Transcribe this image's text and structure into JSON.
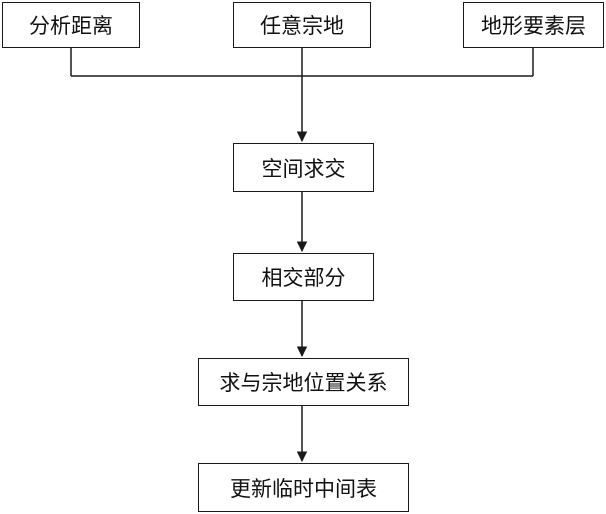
{
  "diagram": {
    "top_nodes": {
      "distance": "分析距离",
      "parcel": "任意宗地",
      "layer": "地形要素层"
    },
    "steps": {
      "intersect": "空间求交",
      "part": "相交部分",
      "relation": "求与宗地位置关系",
      "update": "更新临时中间表"
    },
    "line_color": "#1a1a1a",
    "box_border_color": "#1a1a1a"
  }
}
